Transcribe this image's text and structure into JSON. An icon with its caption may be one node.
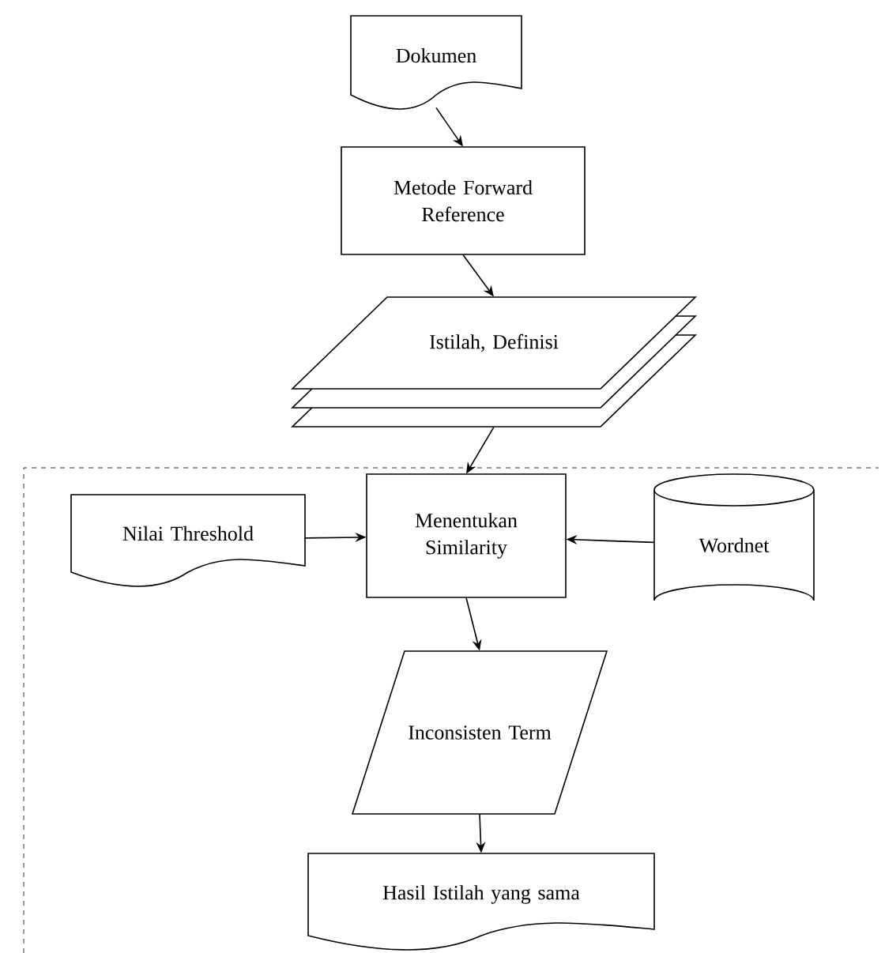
{
  "diagram": {
    "nodes": [
      {
        "text": [
          "Dokumen"
        ]
      },
      {
        "text": [
          "Metode Forward Reference"
        ]
      },
      {
        "text": [
          "Istilah, Definisi"
        ]
      },
      {
        "text": [
          "Menentukan Similarity"
        ]
      },
      {
        "text": [
          "Nilai Threshold"
        ]
      },
      {
        "text": [
          "Wordnet"
        ]
      },
      {
        "text": [
          "Inconsisten Term"
        ]
      },
      {
        "text": [
          "Hasil Istilah yang sama"
        ]
      }
    ],
    "edges": [
      {
        "from": 0,
        "to": 1,
        "arrow": "to"
      },
      {
        "from": 1,
        "to": 2,
        "arrow": "to"
      },
      {
        "from": 2,
        "to": 3,
        "arrow": "to"
      },
      {
        "from": 4,
        "to": 3,
        "arrow": "to"
      },
      {
        "from": 5,
        "to": 3,
        "arrow": "to"
      },
      {
        "from": 3,
        "to": 6,
        "arrow": "to"
      },
      {
        "from": 6,
        "to": 7,
        "arrow": "to"
      }
    ]
  }
}
